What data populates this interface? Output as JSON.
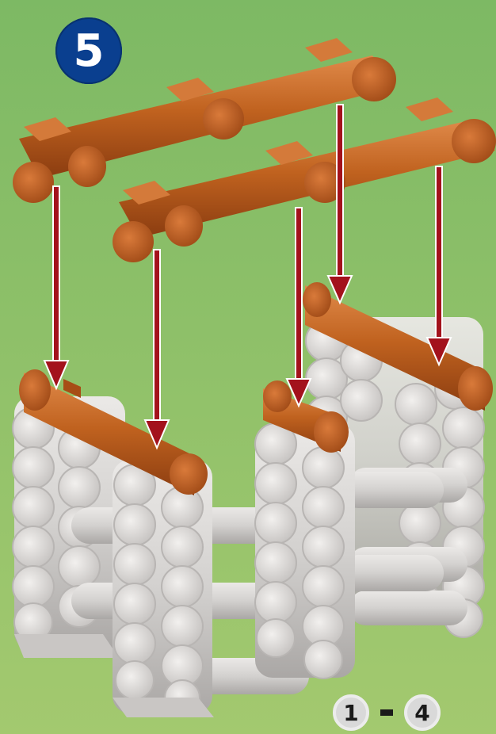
{
  "step": {
    "number": "5"
  },
  "part_range": {
    "from": "1",
    "separator": "-",
    "to": "4"
  },
  "colors": {
    "background_top": "#7db964",
    "background_bottom": "#9bc86b",
    "wood_log": "#c4621f",
    "wood_log_dark": "#8e3f12",
    "grey_log": "#d8d6d4",
    "grey_log_dark": "#a9a6a4",
    "arrow": "#a3121c",
    "badge": "#0a3f8f"
  }
}
